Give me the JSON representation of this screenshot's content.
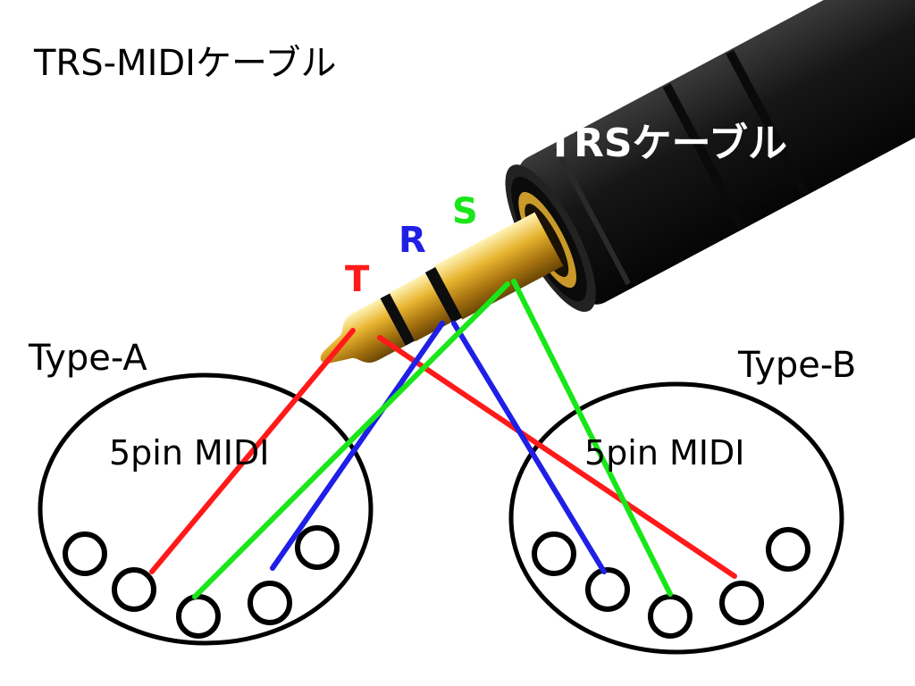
{
  "title": "TRS-MIDIケーブル",
  "cable_label": "TRSケーブル",
  "contacts": {
    "tip": "T",
    "ring": "R",
    "sleeve": "S"
  },
  "connectors": [
    {
      "type_label": "Type-A",
      "name": "5pin MIDI"
    },
    {
      "type_label": "Type-B",
      "name": "5pin MIDI"
    }
  ],
  "colors": {
    "tip": "#ff1a1a",
    "ring": "#1f1fe6",
    "sleeve": "#19e619",
    "cable_body": "#151515",
    "plug_metal": "#d4a020",
    "outline": "#000000"
  }
}
